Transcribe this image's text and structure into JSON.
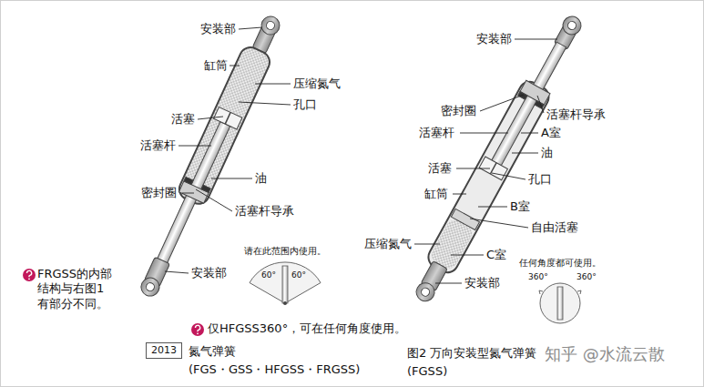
{
  "diagram": {
    "nodes": [
      {
        "text": [
          "2013"
        ]
      }
    ],
    "edges": [],
    "labels": [
      "安装部",
      "缸筒",
      "压缩氮气",
      "孔口",
      "活塞",
      "活塞杆",
      "油",
      "密封圈",
      "活塞杆导承",
      "安装部",
      "FRGSS的内部结构与右图1有部分不同。",
      "请在此范围内使用。",
      "60°",
      "60°",
      "仅HFGSS360°，可在任何角度使用。",
      "氮气弹簧",
      "(FGS・GSS・HFGSS・FRGSS)",
      "安装部",
      "密封圈",
      "活塞杆导承",
      "活塞杆",
      "A室",
      "油",
      "活塞",
      "孔口",
      "缸筒",
      "B室",
      "自由活塞",
      "压缩氮气",
      "C室",
      "安装部",
      "任何角度都可使用。",
      "360°",
      "360°",
      "图2",
      "万向安装型氮气弹簧",
      "(FGSS)",
      "知乎 @水流云散"
    ]
  }
}
